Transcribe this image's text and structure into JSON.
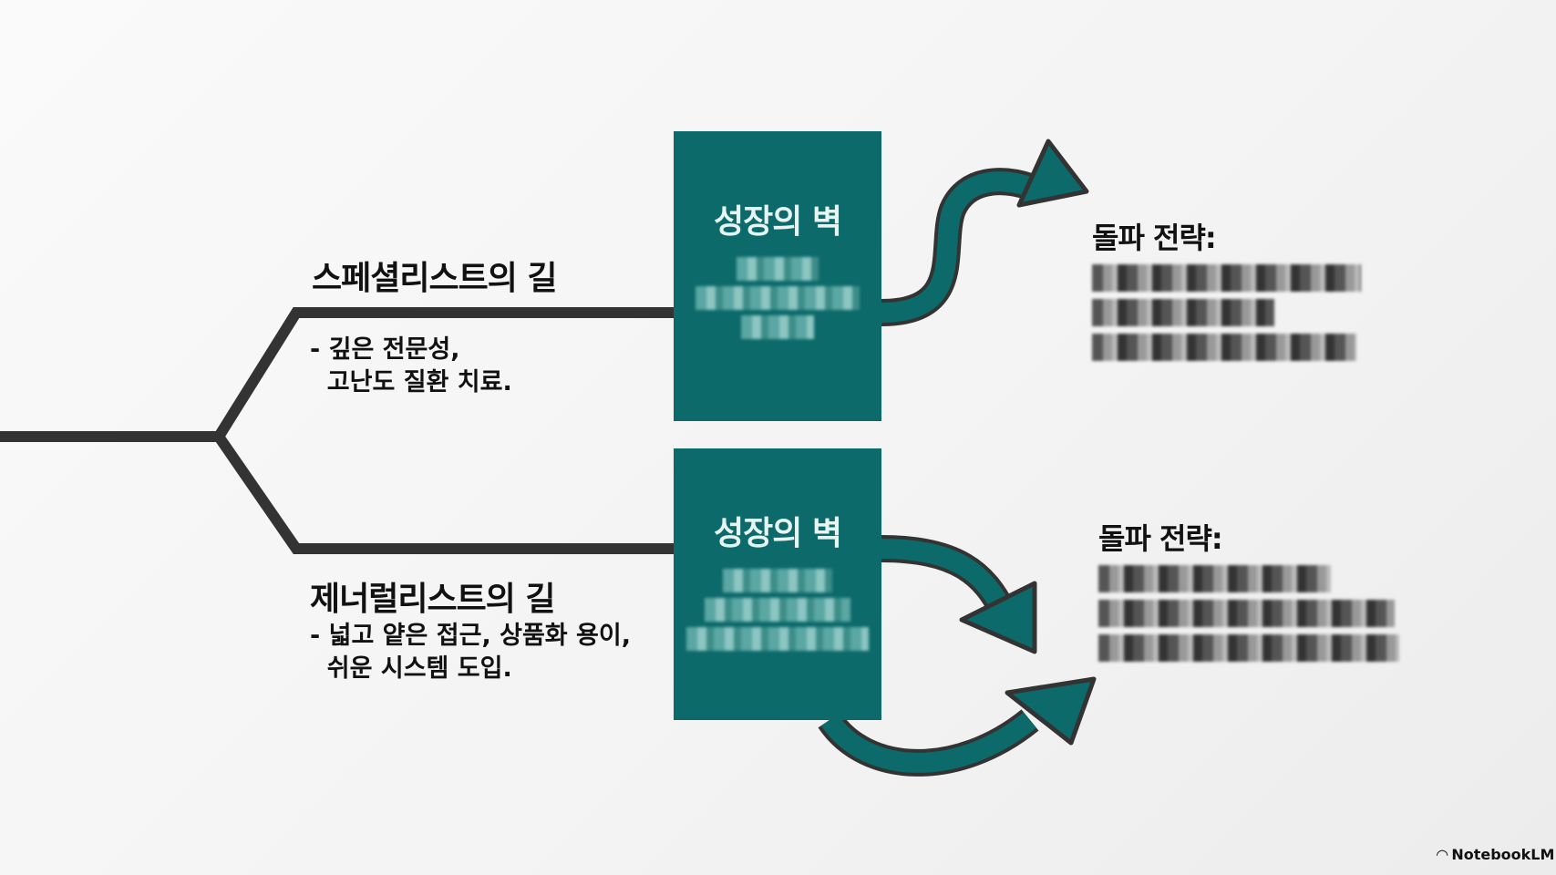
{
  "specialist": {
    "title": "스페셜리스트의 길",
    "desc": "- 깊은 전문성,\n  고난도 질환 치료."
  },
  "generalist": {
    "title": "제너럴리스트의 길",
    "desc": "- 넓고 얕은 접근, 상품화 용이,\n  쉬운 시스템 도입."
  },
  "walls": [
    {
      "title": "성장의 벽"
    },
    {
      "title": "성장의 벽"
    }
  ],
  "strategies": [
    {
      "title": "돌파 전략:"
    },
    {
      "title": "돌파 전략:"
    }
  ],
  "branding": {
    "logo": "NotebookLM"
  },
  "colors": {
    "teal": "#0d6a6a",
    "line": "#333333"
  }
}
